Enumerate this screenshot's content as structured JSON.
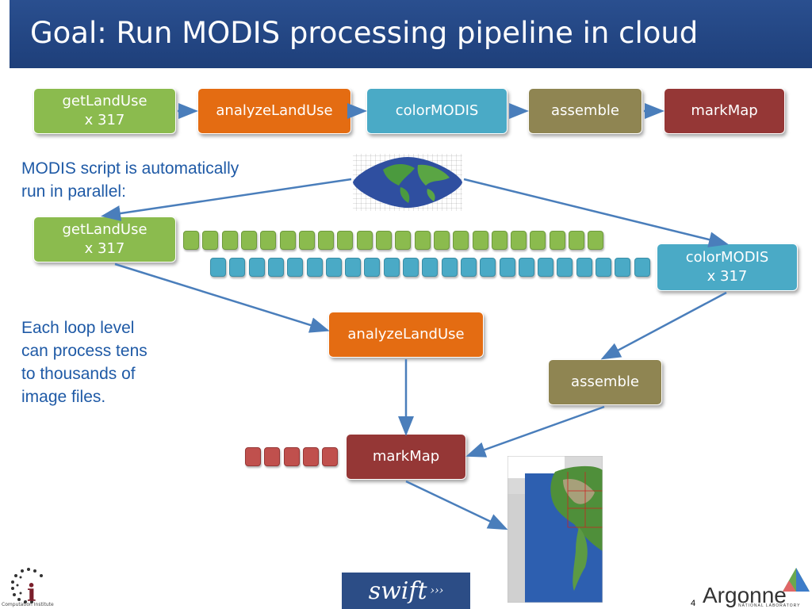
{
  "slide": {
    "title": "Goal: Run MODIS processing pipeline in cloud",
    "page_number": "4"
  },
  "top_pipeline": {
    "getlanduse": {
      "line1": "getLandUse",
      "line2": "x 317"
    },
    "analyzelanduse": "analyzeLandUse",
    "colormodis": "colorMODIS",
    "assemble": "assemble",
    "markmap": "markMap"
  },
  "notes": {
    "parallel_line1": "MODIS script is automatically",
    "parallel_line2": "run in parallel:",
    "loop_line1": "Each loop level",
    "loop_line2": "can process tens",
    "loop_line3": "to thousands of",
    "loop_line4": "image files."
  },
  "flow": {
    "getlanduse": {
      "line1": "getLandUse",
      "line2": "x 317"
    },
    "colormodis": {
      "line1": "colorMODIS",
      "line2": "x 317"
    },
    "analyzelanduse": "analyzeLandUse",
    "assemble": "assemble",
    "markmap": "markMap"
  },
  "logos": {
    "ci_caption": "Computation Institute",
    "swift": "swift",
    "argonne": "Argonne",
    "argonne_sub": "NATIONAL LABORATORY"
  },
  "colors": {
    "title_bar": "#1e3f7a",
    "green": "#8bbb4e",
    "orange": "#e46c12",
    "blue": "#4aaac6",
    "olive": "#8f8552",
    "red": "#953736",
    "note_text": "#1f5aa6",
    "arrow": "#4a7ebb"
  }
}
